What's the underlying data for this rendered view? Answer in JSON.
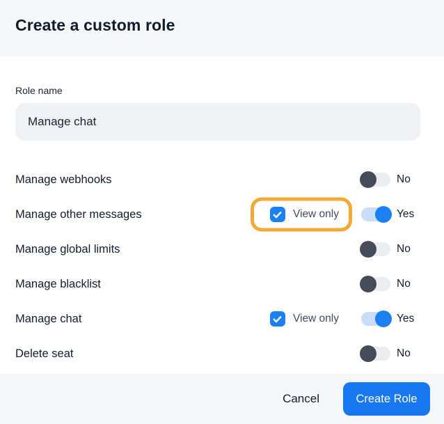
{
  "modal": {
    "title": "Create a custom role"
  },
  "form": {
    "role_name": {
      "label": "Role name",
      "value": "Manage chat"
    }
  },
  "permissions": [
    {
      "label": "Manage webhooks",
      "view_only": null,
      "enabled": false,
      "state_label": "No"
    },
    {
      "label": "Manage other messages",
      "view_only": {
        "label": "View only",
        "checked": true,
        "highlighted": true
      },
      "enabled": true,
      "state_label": "Yes"
    },
    {
      "label": "Manage global limits",
      "view_only": null,
      "enabled": false,
      "state_label": "No"
    },
    {
      "label": "Manage blacklist",
      "view_only": null,
      "enabled": false,
      "state_label": "No"
    },
    {
      "label": "Manage chat",
      "view_only": {
        "label": "View only",
        "checked": true,
        "highlighted": false
      },
      "enabled": true,
      "state_label": "Yes"
    },
    {
      "label": "Delete seat",
      "view_only": null,
      "enabled": false,
      "state_label": "No"
    }
  ],
  "footer": {
    "cancel_label": "Cancel",
    "submit_label": "Create Role"
  },
  "colors": {
    "accent_blue": "#1b80f2",
    "toggle_on_track": "#c9def6",
    "toggle_off_knob": "#454b58",
    "toggle_off_track": "#ecedee",
    "highlight_ring": "#f4a835",
    "header_footer_bg": "#f6f7f9",
    "input_bg": "#eff1f3",
    "text_primary": "#131d2e"
  }
}
